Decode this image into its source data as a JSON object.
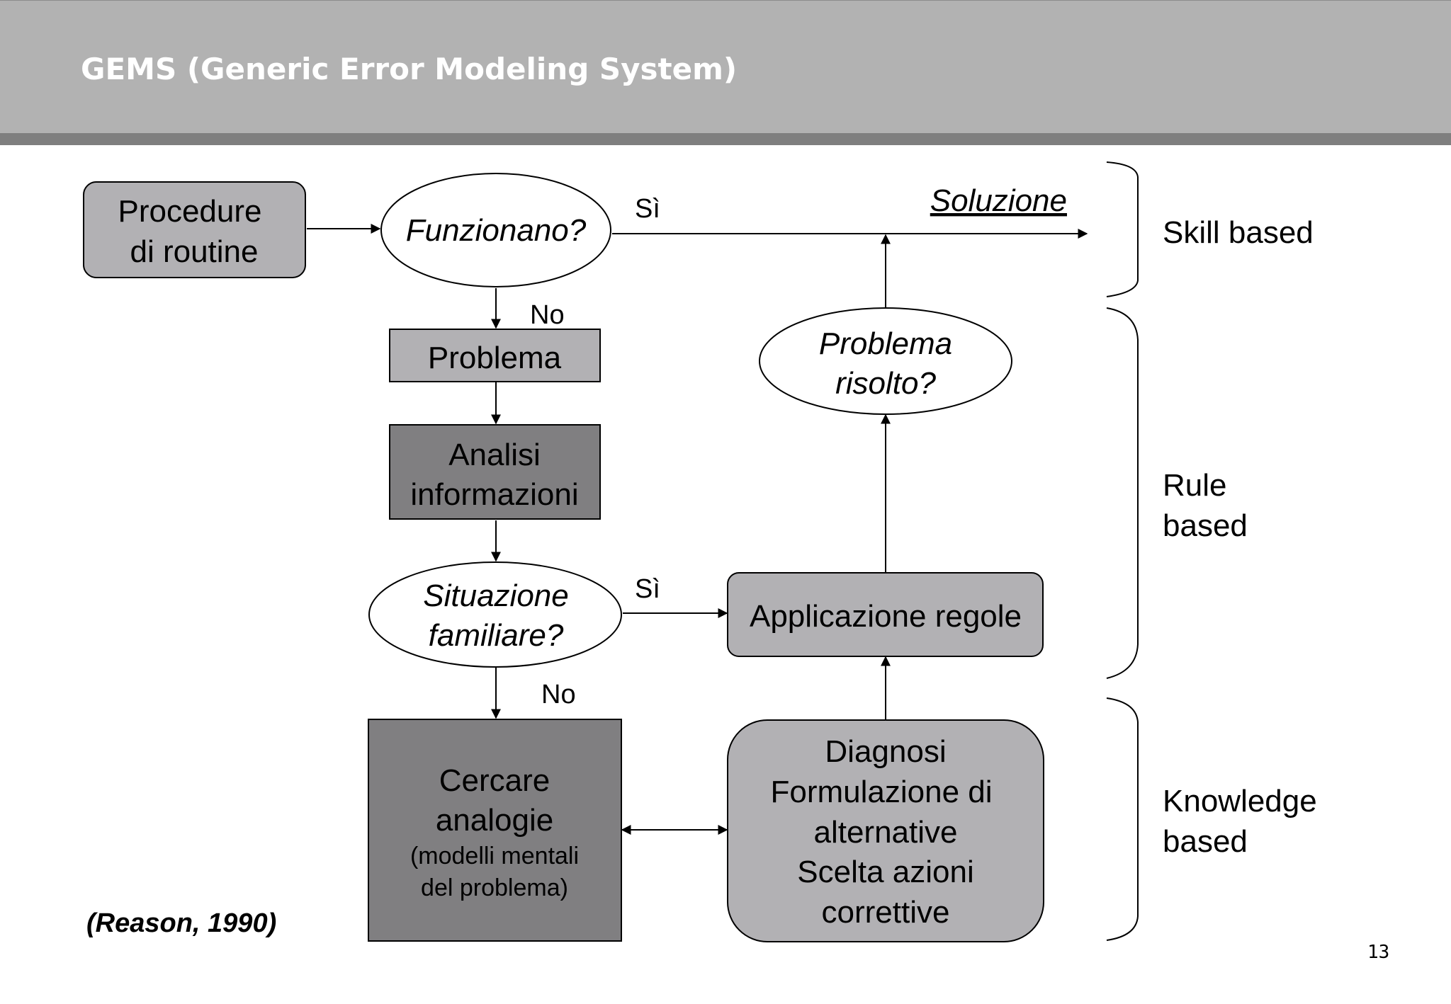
{
  "slide": {
    "title": "GEMS (Generic Error Modeling System)",
    "citation": "(Reason, 1990)",
    "page_number": "13"
  },
  "colors": {
    "header_bg": "#b2b2b2",
    "header_bar": "#7f7f7f",
    "light_box": "#b2b1b4",
    "dark_box": "#807f81",
    "outline": "#000000"
  },
  "nodes": {
    "procedure": {
      "line1": "Procedure",
      "line2": "di routine"
    },
    "funzionano": "Funzionano?",
    "problema": "Problema",
    "analisi": {
      "line1": "Analisi",
      "line2": "informazioni"
    },
    "situazione": {
      "line1": "Situazione",
      "line2": "familiare?"
    },
    "cercare": {
      "line1": "Cercare",
      "line2": "analogie",
      "line3": "(modelli mentali",
      "line4": "del problema)"
    },
    "applicazione": "Applicazione regole",
    "problema_risolto": {
      "line1": "Problema",
      "line2": "risolto?"
    },
    "diagnosi": {
      "line1": "Diagnosi",
      "line2": "Formulazione di",
      "line3": "alternative",
      "line4": "Scelta azioni",
      "line5": "correttive"
    },
    "soluzione": "Soluzione"
  },
  "edge_labels": {
    "si_1": "Sì",
    "no_1": "No",
    "si_2": "Sì",
    "no_2": "No"
  },
  "levels": {
    "skill": "Skill based",
    "rule": {
      "line1": "Rule",
      "line2": "based"
    },
    "knowledge": {
      "line1": "Knowledge",
      "line2": "based"
    }
  }
}
